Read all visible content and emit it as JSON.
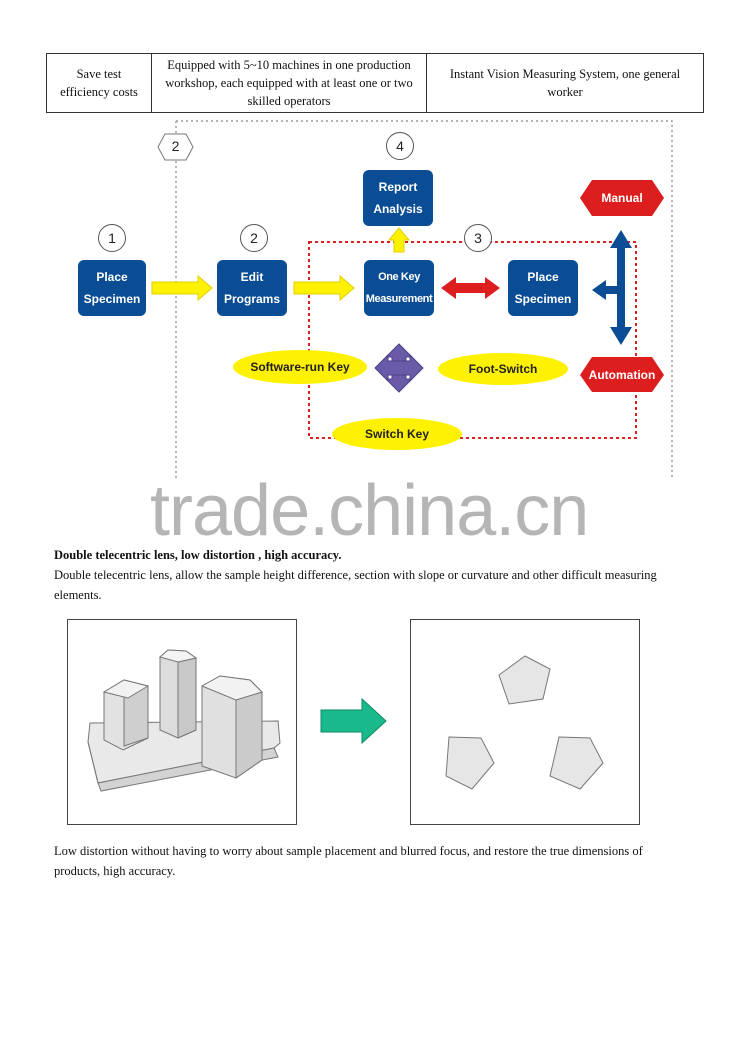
{
  "comparison_row": {
    "label": "Save test efficiency costs",
    "traditional": "Equipped with 5~10 machines in one production workshop, each equipped with at least one or two skilled operators",
    "instant": "Instant Vision Measuring System, one general worker"
  },
  "flow": {
    "steps": [
      {
        "number": "1",
        "label_line1": "Place",
        "label_line2": "Specimen"
      },
      {
        "number": "2",
        "label_line1": "Edit",
        "label_line2": "Programs"
      },
      {
        "number": "3",
        "label_line1": "One Key",
        "label_line2": "Measurement"
      },
      {
        "number": "4",
        "label_line1": "Report",
        "label_line2": "Analysis"
      }
    ],
    "hex_number": "2",
    "output_line1": "Place",
    "output_line2": "Specimen",
    "manual": "Manual",
    "automation": "Automation",
    "software_key": "Software-run Key",
    "foot_switch": "Foot-Switch",
    "switch_key": "Switch Key",
    "colors": {
      "box": "#0a4d94",
      "yellow": "#fff200",
      "red": "#dd1e1e",
      "purple": "#6a5aa8"
    }
  },
  "watermark": "trade.china.cn",
  "section": {
    "heading": "Double telecentric lens, low distortion , high accuracy.",
    "body": "Double telecentric lens, allow the sample height difference, section with slope or curvature and other difficult measuring elements.",
    "footer": "Low distortion without having to worry about sample placement and blurred focus, and restore the true dimensions of products, high accuracy."
  }
}
